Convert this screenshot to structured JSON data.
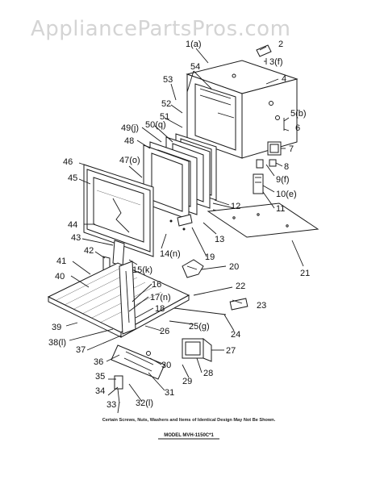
{
  "watermark": "AppliancePartsPros.com",
  "note": "Certain Screws, Nuts, Washers and Items of Identical Design May Not Be Shown.",
  "model": "MODEL MVH-1150C*1",
  "callouts": [
    "1(a)",
    "2",
    "3(f)",
    "4",
    "54",
    "53",
    "52",
    "51",
    "50(q)",
    "49(j)",
    "48",
    "5(b)",
    "6",
    "7",
    "8",
    "9(f)",
    "10(e)",
    "11",
    "12",
    "13",
    "47(o)",
    "46",
    "45",
    "44",
    "43",
    "42",
    "41",
    "40",
    "14(n)",
    "15(k)",
    "19",
    "20",
    "21",
    "16",
    "17(n)",
    "18",
    "22",
    "23",
    "24",
    "25(g)",
    "26",
    "27",
    "28",
    "29",
    "30",
    "31",
    "32(l)",
    "33",
    "34",
    "35",
    "36",
    "37",
    "38(l)",
    "39"
  ]
}
